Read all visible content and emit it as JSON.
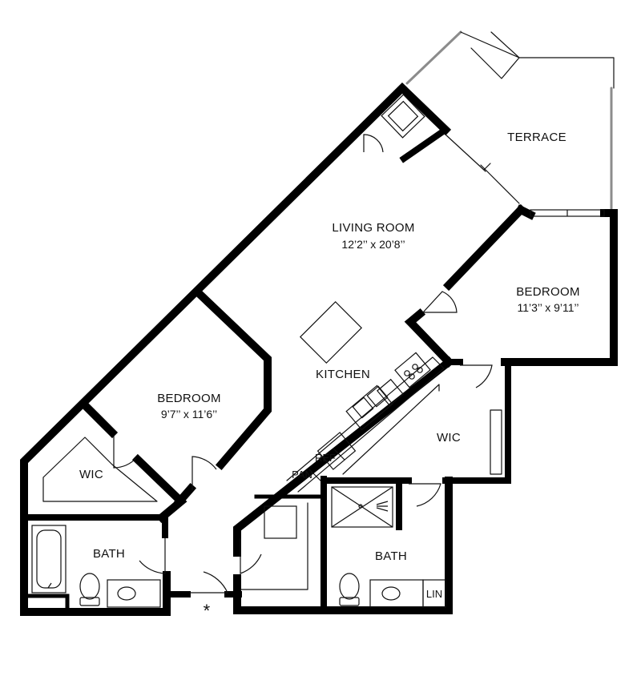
{
  "colors": {
    "background": "#ffffff",
    "wall": "#000000",
    "fixture": "#111111",
    "glass_rail": "#8c8c8c"
  },
  "rooms": {
    "terrace": {
      "name": "TERRACE"
    },
    "living": {
      "name": "LIVING ROOM",
      "dims": "12’2’’ x 20’8’’"
    },
    "bedroom_right": {
      "name": "BEDROOM",
      "dims": "11’3’’ x 9’11’’"
    },
    "bedroom_left": {
      "name": "BEDROOM",
      "dims": "9’7’’ x 11’6’’"
    },
    "kitchen": {
      "name": "KITCHEN"
    },
    "wic_left": {
      "name": "WIC"
    },
    "wic_right": {
      "name": "WIC"
    },
    "bath_left": {
      "name": "BATH"
    },
    "bath_right": {
      "name": "BATH"
    },
    "pantry": {
      "name": "PAN"
    },
    "refrigerator": {
      "name": "REF"
    },
    "linen": {
      "name": "LIN"
    }
  },
  "entry_marker": "*"
}
